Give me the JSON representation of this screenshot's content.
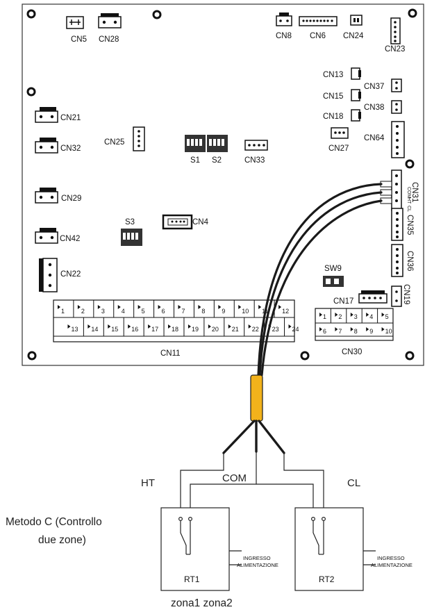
{
  "board": {
    "connectors": {
      "cn5": "CN5",
      "cn28": "CN28",
      "cn8": "CN8",
      "cn6": "CN6",
      "cn24": "CN24",
      "cn23": "CN23",
      "cn13": "CN13",
      "cn15": "CN15",
      "cn18": "CN18",
      "cn37": "CN37",
      "cn38": "CN38",
      "cn27": "CN27",
      "cn64": "CN64",
      "cn21": "CN21",
      "cn32": "CN32",
      "cn25": "CN25",
      "s1": "S1",
      "s2": "S2",
      "cn33": "CN33",
      "cn29": "CN29",
      "s3": "S3",
      "cn4": "CN4",
      "cn42": "CN42",
      "cn22": "CN22",
      "cn31": "CN31",
      "cn35": "CN35",
      "cn36": "CN36",
      "sw9": "SW9",
      "cn17": "CN17",
      "cn19": "CN19",
      "cn11": "CN11",
      "cn30": "CN30"
    },
    "cn31_pins": {
      "com": "COM",
      "ht": "HT",
      "cl": "CL"
    },
    "cn11_top_pins": [
      "1",
      "2",
      "3",
      "4",
      "5",
      "6",
      "7",
      "8",
      "9",
      "10",
      "11",
      "12"
    ],
    "cn11_bottom_pins": [
      "13",
      "14",
      "15",
      "16",
      "17",
      "18",
      "19",
      "20",
      "21",
      "22",
      "23",
      "24"
    ],
    "cn30_top_pins": [
      "1",
      "2",
      "3",
      "4",
      "5"
    ],
    "cn30_bottom_pins": [
      "6",
      "7",
      "8",
      "9",
      "10"
    ]
  },
  "wiring": {
    "ht": "HT",
    "com": "COM",
    "cl": "CL"
  },
  "thermostats": [
    {
      "name": "RT1",
      "power_line1": "INGRESSO",
      "power_line2": "ALIMENTAZIONE"
    },
    {
      "name": "RT2",
      "power_line1": "INGRESSO",
      "power_line2": "ALIMENTAZIONE"
    }
  ],
  "method": {
    "line1": "Metodo C (Controllo",
    "line2": "due zone)"
  },
  "zones": "zona1 zona2",
  "colors": {
    "sleeve": "#f2b21b",
    "cable": "#1a1a1a",
    "board_outline": "#333333"
  }
}
